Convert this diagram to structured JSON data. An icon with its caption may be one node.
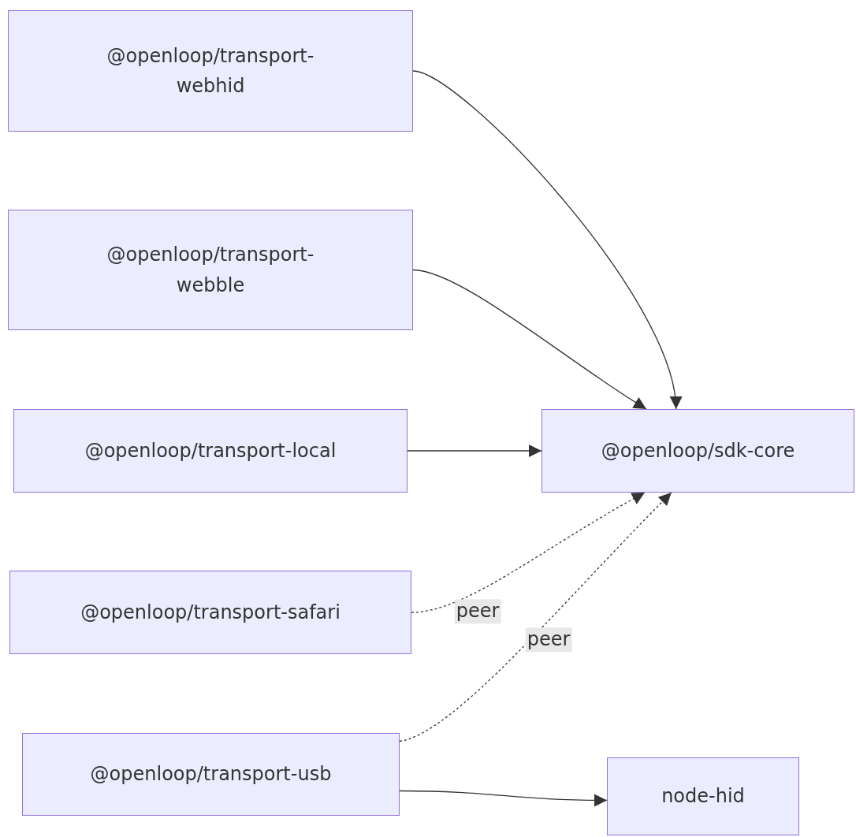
{
  "diagram": {
    "nodes": [
      {
        "text": [
          "@openloop/transport-webhid"
        ]
      },
      {
        "text": [
          "@openloop/transport-webble"
        ]
      },
      {
        "text": [
          "@openloop/transport-local"
        ]
      },
      {
        "text": [
          "@openloop/sdk-core"
        ]
      },
      {
        "text": [
          "@openloop/transport-safari"
        ]
      },
      {
        "text": [
          "@openloop/transport-usb"
        ]
      },
      {
        "text": [
          "node-hid"
        ]
      }
    ],
    "edges": [
      {
        "from": 0,
        "to": 3,
        "arrow": "to"
      },
      {
        "from": 1,
        "to": 3,
        "arrow": "to"
      },
      {
        "from": 2,
        "to": 3,
        "arrow": "to"
      },
      {
        "from": 4,
        "to": 3,
        "arrow": "to",
        "style": "dashed",
        "label": "peer"
      },
      {
        "from": 5,
        "to": 3,
        "arrow": "to",
        "style": "dashed",
        "label": "peer"
      },
      {
        "from": 5,
        "to": 6,
        "arrow": "to"
      }
    ]
  }
}
